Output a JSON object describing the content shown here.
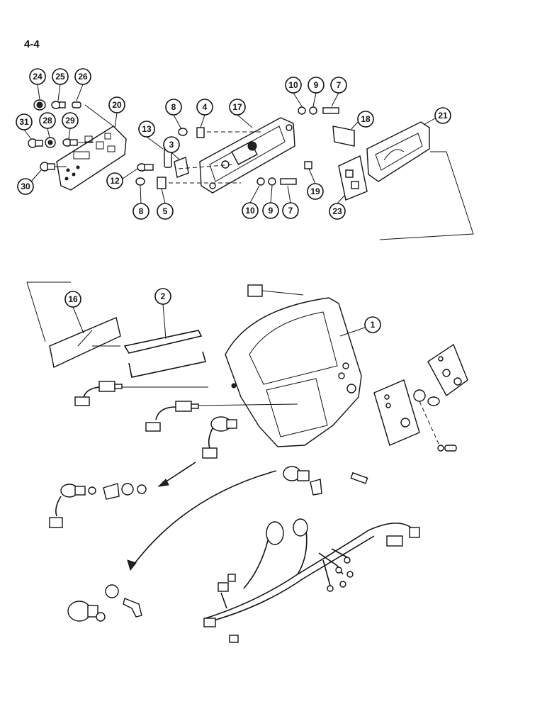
{
  "page": {
    "number": "4-4"
  },
  "callouts": [
    {
      "id": "c24",
      "label": "24"
    },
    {
      "id": "c25",
      "label": "25"
    },
    {
      "id": "c26",
      "label": "26"
    },
    {
      "id": "c31",
      "label": "31"
    },
    {
      "id": "c28",
      "label": "28"
    },
    {
      "id": "c29",
      "label": "29"
    },
    {
      "id": "c30",
      "label": "30"
    },
    {
      "id": "c20",
      "label": "20"
    },
    {
      "id": "c13",
      "label": "13"
    },
    {
      "id": "c8a",
      "label": "8"
    },
    {
      "id": "c4",
      "label": "4"
    },
    {
      "id": "c17",
      "label": "17"
    },
    {
      "id": "c10a",
      "label": "10"
    },
    {
      "id": "c9a",
      "label": "9"
    },
    {
      "id": "c7a",
      "label": "7"
    },
    {
      "id": "c18",
      "label": "18"
    },
    {
      "id": "c21",
      "label": "21"
    },
    {
      "id": "c3",
      "label": "3"
    },
    {
      "id": "c12",
      "label": "12"
    },
    {
      "id": "c8b",
      "label": "8"
    },
    {
      "id": "c5",
      "label": "5"
    },
    {
      "id": "c10b",
      "label": "10"
    },
    {
      "id": "c9b",
      "label": "9"
    },
    {
      "id": "c7b",
      "label": "7"
    },
    {
      "id": "c19",
      "label": "19"
    },
    {
      "id": "c23",
      "label": "23"
    },
    {
      "id": "c16",
      "label": "16"
    },
    {
      "id": "c2",
      "label": "2"
    },
    {
      "id": "c1",
      "label": "1"
    }
  ]
}
